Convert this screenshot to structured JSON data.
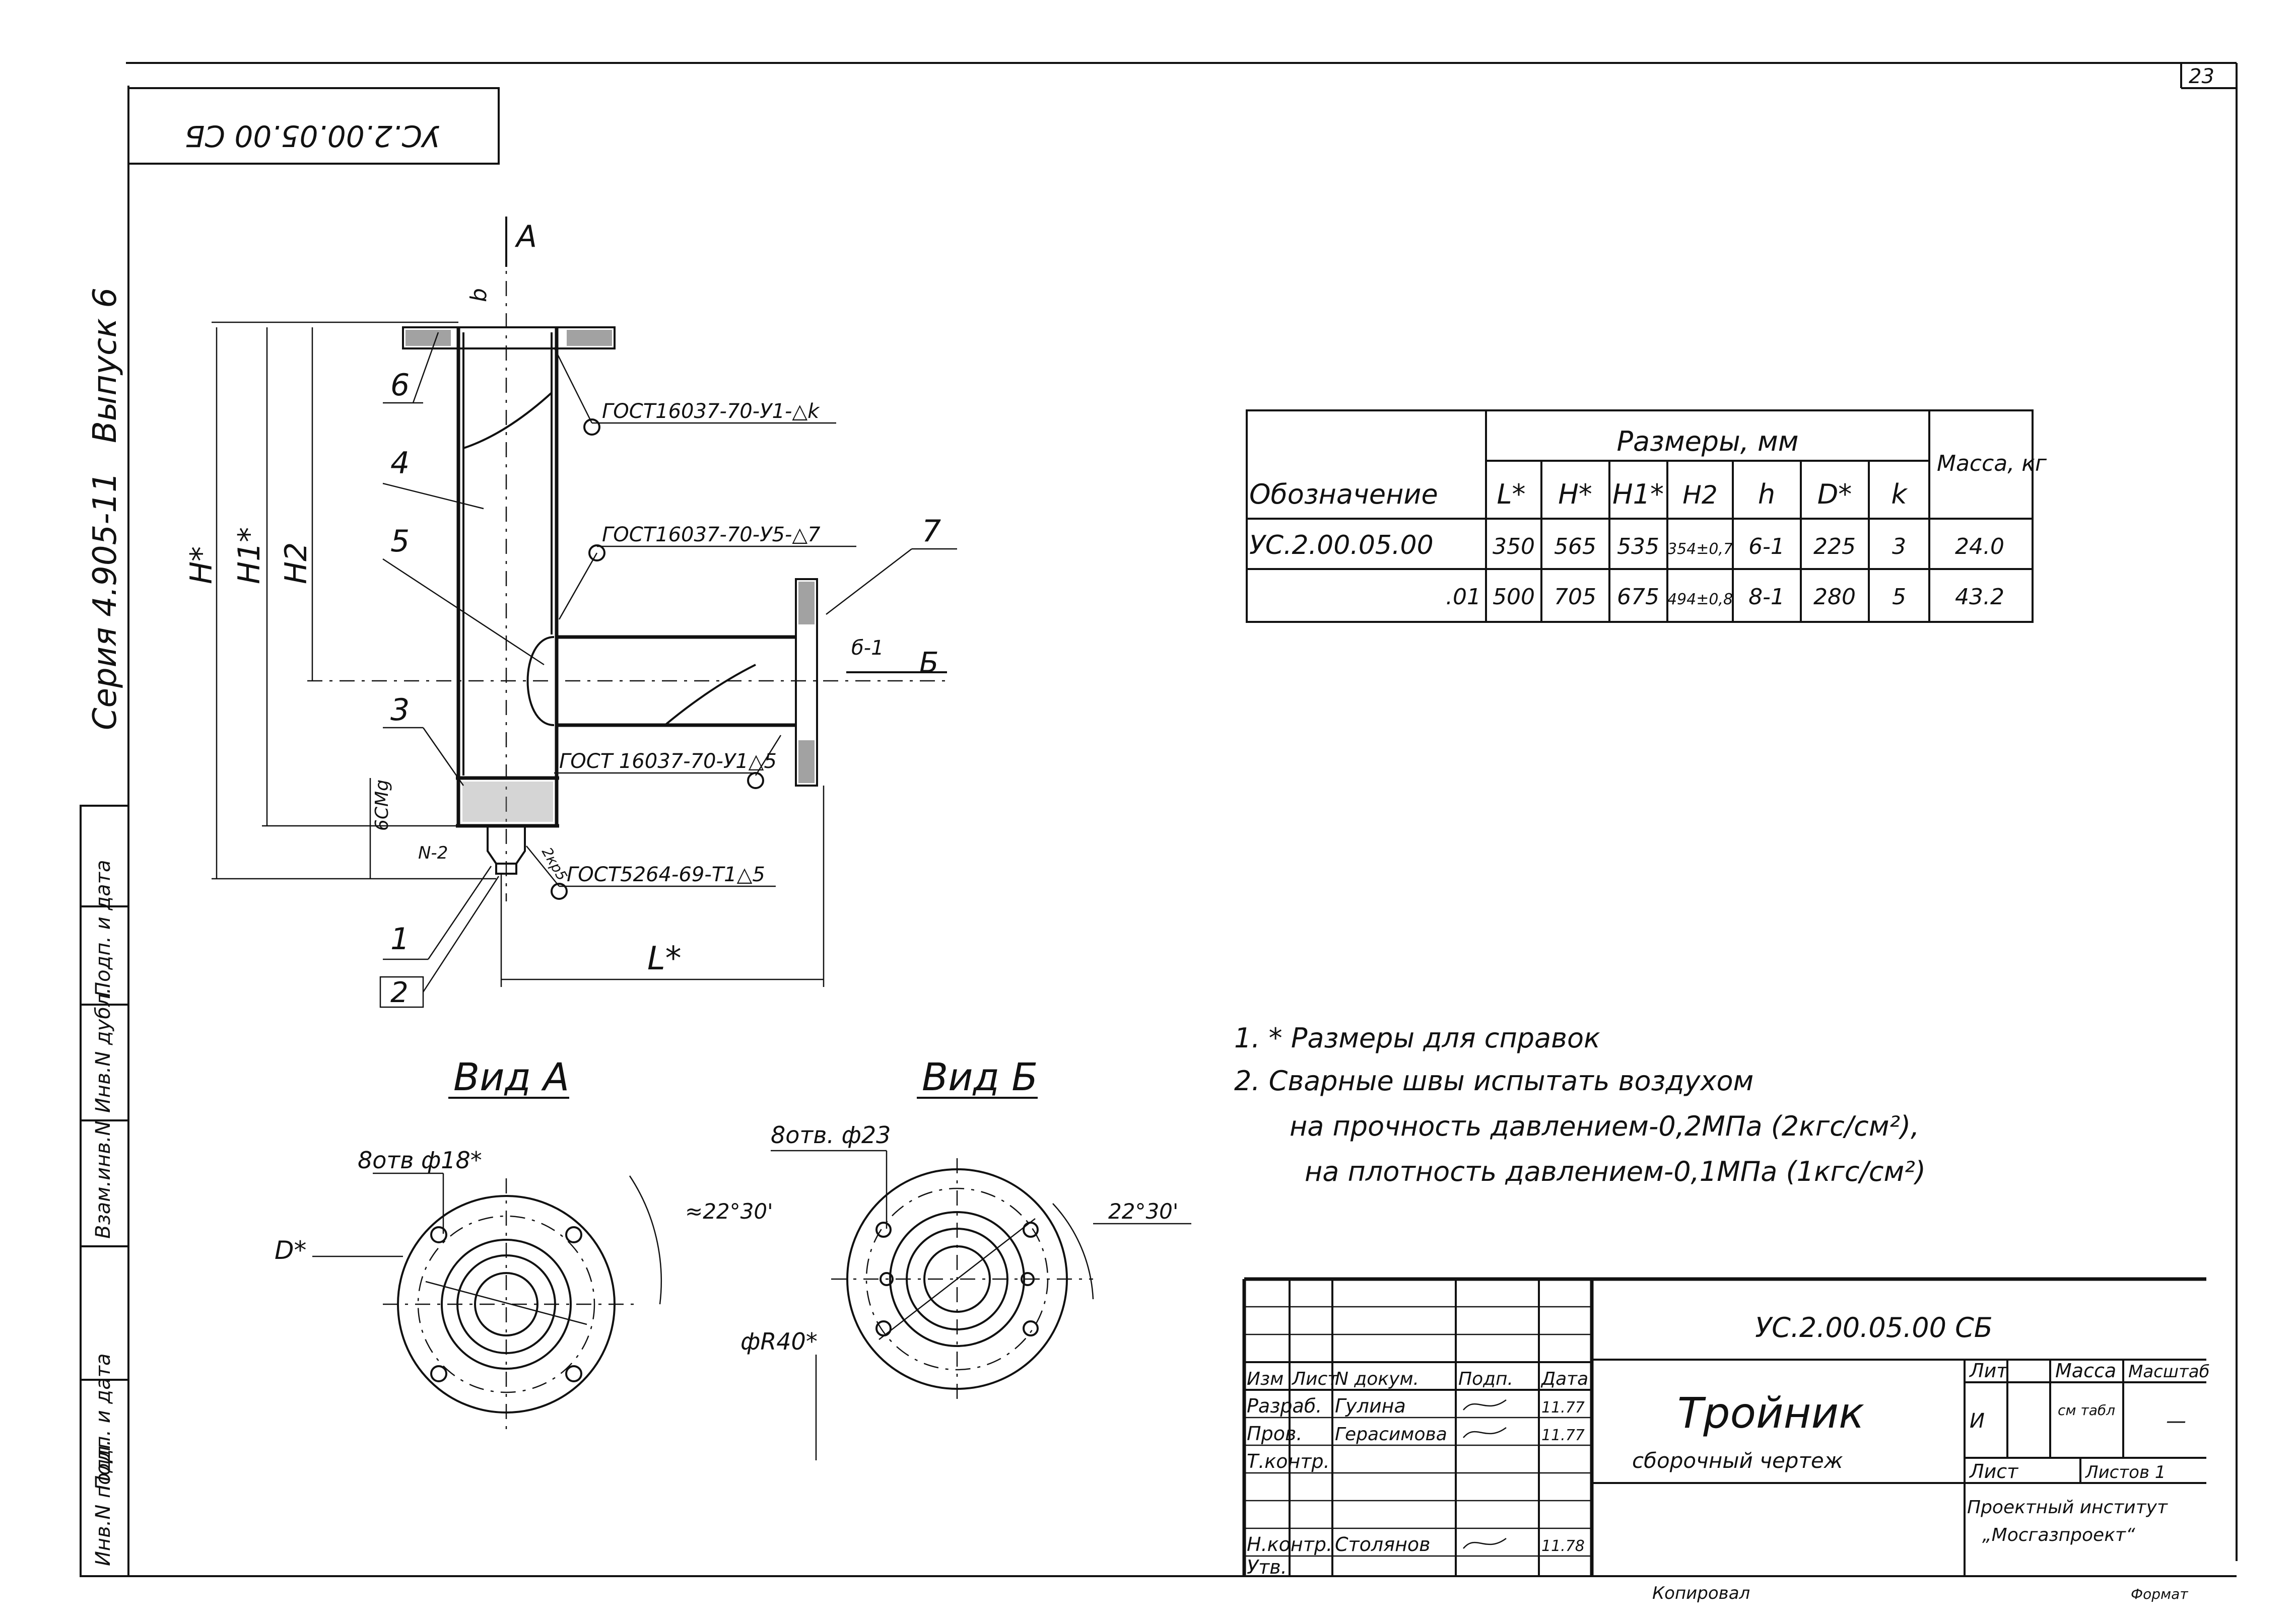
{
  "sheet": {
    "page_number": "23",
    "stamp_code": "УС.2.00.05.00 СБ",
    "series_text": "Серия 4.905-11",
    "issue_text": "Выпуск 6",
    "side_stamp": [
      "Инв.N подл.",
      "Подп. и дата",
      "Взам.инв.N",
      "Инв.N дубл.",
      "Подп. и дата"
    ],
    "copied_by": "Копировал",
    "format": "Формат"
  },
  "main_view": {
    "dim_H": "H*",
    "dim_H1": "H1*",
    "dim_H2": "H2",
    "dim_L": "L*",
    "dim_b": "b",
    "dim_6cm": "6CMg",
    "section_A": "A",
    "section_B": "Б",
    "section_b1": "б-1",
    "weld_top": "ГОСТ16037-70-У1-△k",
    "weld_mid": "ГОСТ16037-70-У5-△7",
    "weld_low": "ГОСТ 16037-70-У1△5",
    "weld_bottom": "ГОСТ5264-69-Т1△5",
    "weld_small": "N-2",
    "weld_small2": "2кр5",
    "callouts": [
      "1",
      "2",
      "3",
      "4",
      "5",
      "6",
      "7"
    ]
  },
  "view_a": {
    "title": "Вид А",
    "holes": "8отв ф18*",
    "angle": "≈22°30'",
    "diameter": "D*"
  },
  "view_b": {
    "title": "Вид Б",
    "holes": "8отв. ф23",
    "angle": "22°30'",
    "bolt_circle": "фR40*"
  },
  "table": {
    "header_group": "Размеры, мм",
    "col_designation": "Обозначение",
    "col_mass": "Масса, кг",
    "columns": [
      "L*",
      "H*",
      "H1*",
      "H2",
      "h",
      "D*",
      "k"
    ],
    "rows": [
      {
        "designation": "УС.2.00.05.00",
        "values": [
          "350",
          "565",
          "535",
          "354±0,7",
          "6-1",
          "225",
          "3"
        ],
        "mass": "24.0"
      },
      {
        "designation": ".01",
        "values": [
          "500",
          "705",
          "675",
          "494±0,8",
          "8-1",
          "280",
          "5"
        ],
        "mass": "43.2"
      }
    ]
  },
  "notes": [
    "1. * Размеры для справок",
    "2.     Сварные швы испытать воздухом",
    "на прочность давлением-0,2МПа (2кгс/см²),",
    "на плотность давлением-0,1МПа (1кгс/см²)"
  ],
  "title_block": {
    "code": "УС.2.00.05.00 СБ",
    "name": "Тройник",
    "subname": "сборочный чертеж",
    "lit_label": "Лит",
    "mass_label": "Масса",
    "scale_label": "Масштаб",
    "lit_value": "И",
    "mass_value": "см табл",
    "scale_value": "—",
    "sheet_label": "Лист",
    "sheets_label": "Листов 1",
    "org": "Проектный институт",
    "org2": "„Мосгазпроект“",
    "head_izm": "Изм",
    "head_list": "Лист",
    "head_doc": "N докум.",
    "head_sign": "Подп.",
    "head_date": "Дата",
    "row_razrab": "Разраб.",
    "row_prov": "Пров.",
    "row_tkontr": "Т.контр.",
    "row_nkontr": "Н.контр.",
    "row_utv": "Утв.",
    "name_razrab": "Гулина",
    "name_prov": "Герасимова",
    "name_nkontr": "Столянов",
    "date_razrab": "11.77",
    "date_prov": "11.77",
    "date_nkontr": "11.78"
  }
}
